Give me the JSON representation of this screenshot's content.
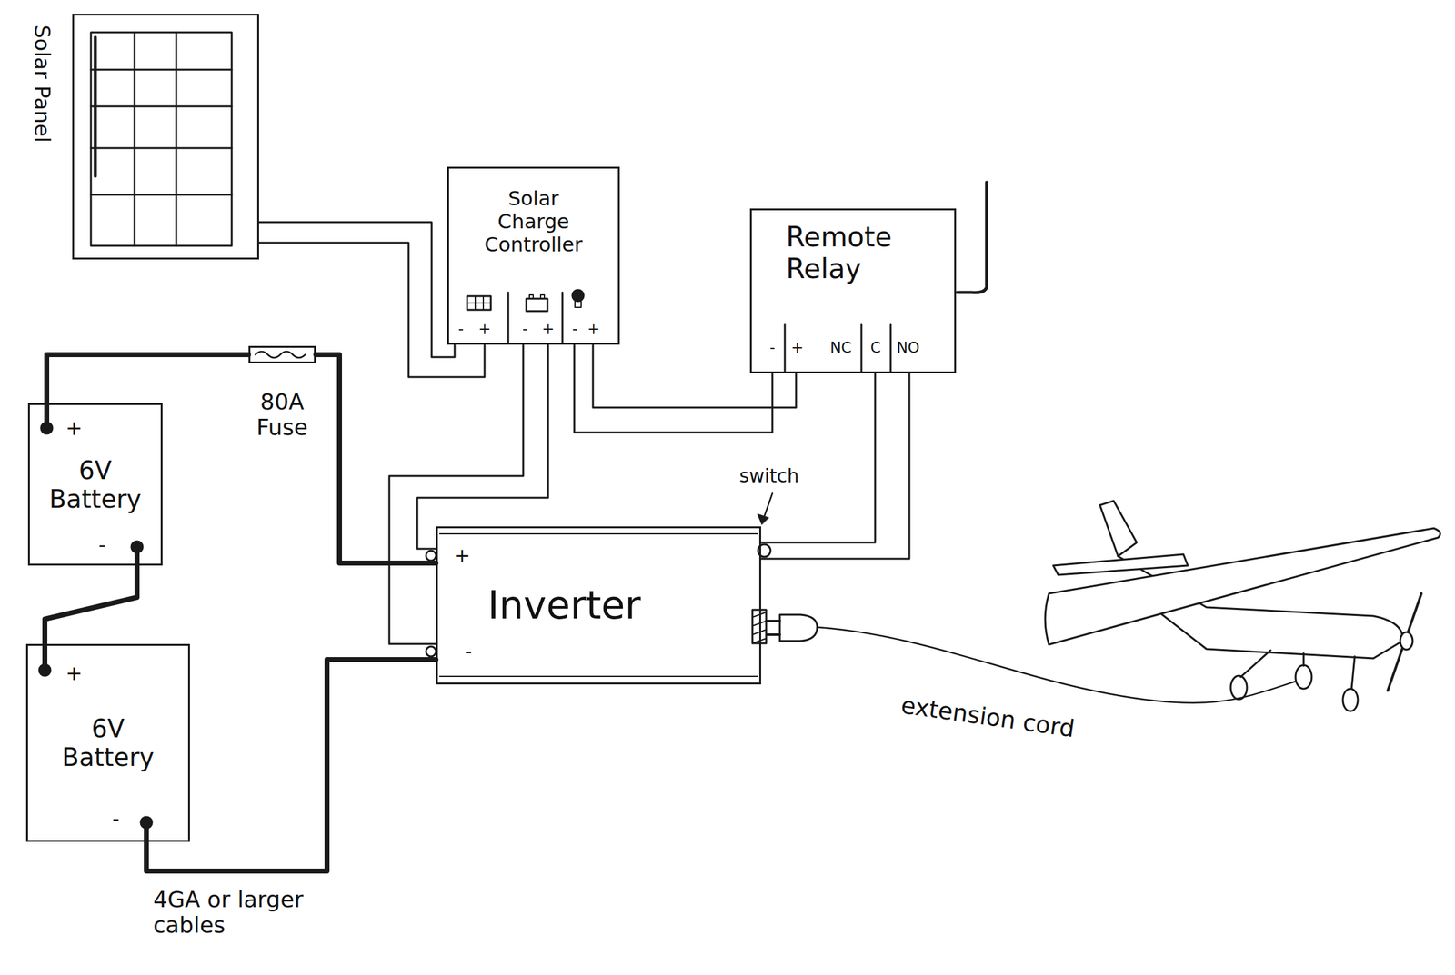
{
  "diagram": {
    "nodes": [
      {
        "text": [
          "Solar Panel"
        ]
      },
      {
        "text": [
          "Solar Charge Controller"
        ]
      },
      {
        "text": [
          "Remote Relay"
        ]
      },
      {
        "text": [
          "6V Battery"
        ]
      },
      {
        "text": [
          "80A Fuse"
        ]
      },
      {
        "text": [
          "Inverter"
        ]
      },
      {
        "text": [
          "6V Battery"
        ]
      }
    ],
    "edges": [
      {
        "from": 0,
        "to": 1,
        "arrow": "none"
      },
      {
        "from": 0,
        "to": 1,
        "arrow": "none"
      },
      {
        "from": 1,
        "to": 2,
        "arrow": "none"
      },
      {
        "from": 1,
        "to": 2,
        "arrow": "none"
      },
      {
        "from": 3,
        "to": 4,
        "arrow": "none"
      },
      {
        "from": 4,
        "to": 5,
        "arrow": "none"
      },
      {
        "from": 3,
        "to": 6,
        "arrow": "none"
      },
      {
        "from": 6,
        "to": 5,
        "arrow": "none"
      },
      {
        "from": 1,
        "to": 5,
        "arrow": "none"
      },
      {
        "from": 1,
        "to": 5,
        "arrow": "none"
      },
      {
        "from": 2,
        "to": 5,
        "arrow": "none"
      },
      {
        "from": 2,
        "to": 5,
        "arrow": "none"
      }
    ],
    "labels": [
      "-",
      "+",
      "-",
      "+",
      "-",
      "+",
      "-",
      "+",
      "NC",
      "C",
      "NO",
      "+",
      "-",
      "+",
      "-",
      "+",
      "-",
      "switch",
      "extension cord",
      "4GA or larger cables"
    ]
  }
}
